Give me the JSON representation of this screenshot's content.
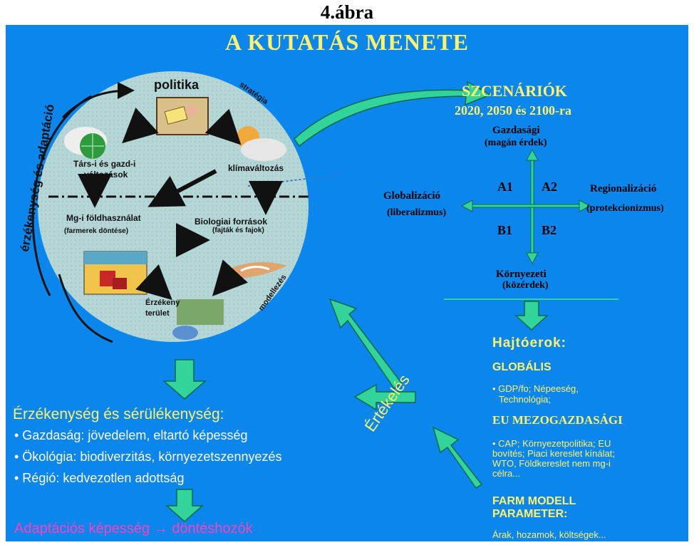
{
  "figure_label": "4.ábra",
  "title": "A KUTATÁS MENETE",
  "circle": {
    "politika": "politika",
    "tars": "Társ-i és gazd-i",
    "tars2": "változások",
    "klima": "klímaváltozás",
    "mg": "Mg-i földhasználat",
    "mg_sub": "(farmerek döntése)",
    "bio": "Biologiai források",
    "bio_sub": "(fajták és fajok)",
    "erzekeny": "Érzékeny",
    "terulet": "terület",
    "arc_left": "érzékenység és adaptáció",
    "arc_top_right": "stratégia",
    "arc_bottom_right": "modellezés"
  },
  "scenarios": {
    "title": "SZCENÁRIÓK",
    "years": "2020, 2050 és 2100-ra",
    "top": "Gazdasági",
    "top_sub": "(magán érdek)",
    "left": "Globalizáció",
    "left_sub": "(liberalizmus)",
    "right": "Regionalizáció",
    "right_sub": "(protekcionizmus)",
    "bottom": "Környezeti",
    "bottom_sub": "(közérdek)",
    "q": [
      "A1",
      "A2",
      "B1",
      "B2"
    ]
  },
  "drivers": {
    "heading": "Hajtóerok:",
    "global": "GLOBÁLIS",
    "global_items_1": "• GDP/fo; Népeeség,",
    "global_items_2": "Technológia;",
    "eu": "EU MEZOGAZDASÁGI",
    "eu_1": "• CAP; Környezetpolitika;  EU",
    "eu_2": "bovítés;  Piaci kereslet kínálat;",
    "eu_3": "WTO, Földkereslet nem mg-i",
    "eu_4": "célra...",
    "farm_1": "FARM MODELL",
    "farm_2": "PARAMETER:",
    "farm_3": "Árak, hozamok, költségek..."
  },
  "evaluation": "Értékelés",
  "sensitivity": {
    "heading": "Érzékenység és sérülékenység:",
    "items": [
      "• Gazdaság: jövedelem, eltartó képesség",
      "• Ökológia: biodiverzitás, környezetszennyezés",
      "• Régió: kedvezotlen adottság"
    ]
  },
  "adaptation": "Adaptációs képesség  →  döntéshozók",
  "colors": {
    "panel": "#0a86ec",
    "yellow": "#fff36b",
    "green_arrow": "#33d49a",
    "circle": "#b4d7d6",
    "magenta": "#ff3fbf"
  }
}
